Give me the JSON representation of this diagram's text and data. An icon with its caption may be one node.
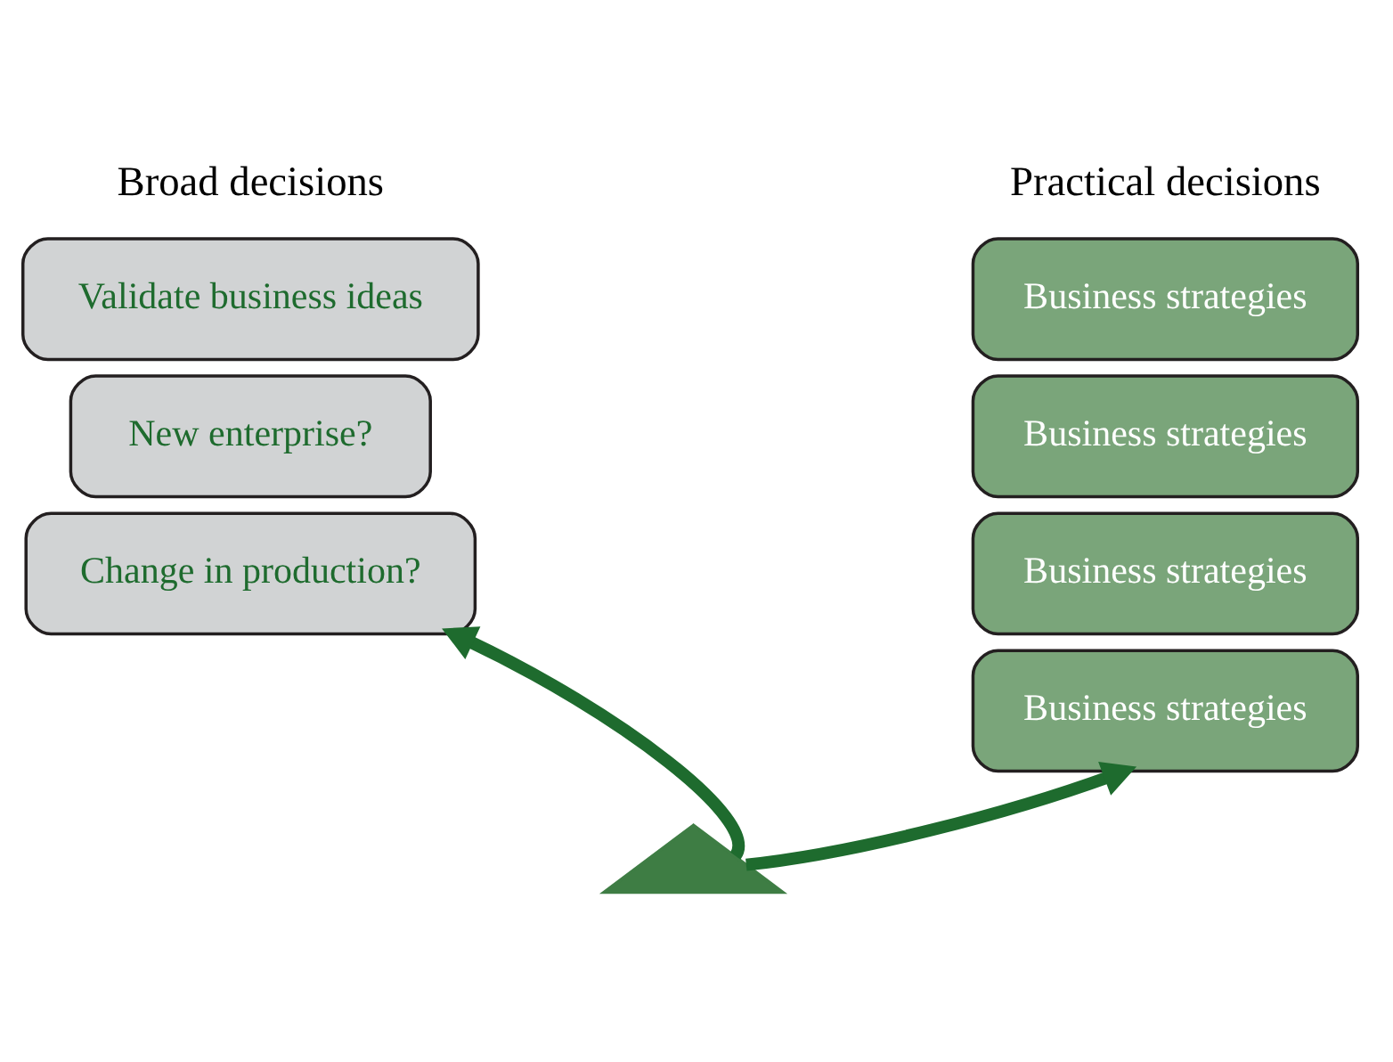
{
  "diagram": {
    "nodes": [
      {
        "text": [
          "Validate business ideas"
        ]
      },
      {
        "text": [
          "New enterprise?"
        ]
      },
      {
        "text": [
          "Change in production?"
        ]
      },
      {
        "text": [
          "Business strategies"
        ]
      },
      {
        "text": [
          "Business strategies"
        ]
      },
      {
        "text": [
          "Business strategies"
        ]
      },
      {
        "text": [
          "Business strategies"
        ]
      },
      {
        "text": [],
        "shape": "triangle"
      }
    ],
    "edges": [
      {
        "from": 7,
        "to": 2,
        "arrow": "to"
      },
      {
        "from": 7,
        "to": 6,
        "arrow": "to"
      }
    ],
    "labels": [
      "Broad decisions",
      "Practical decisions"
    ]
  }
}
